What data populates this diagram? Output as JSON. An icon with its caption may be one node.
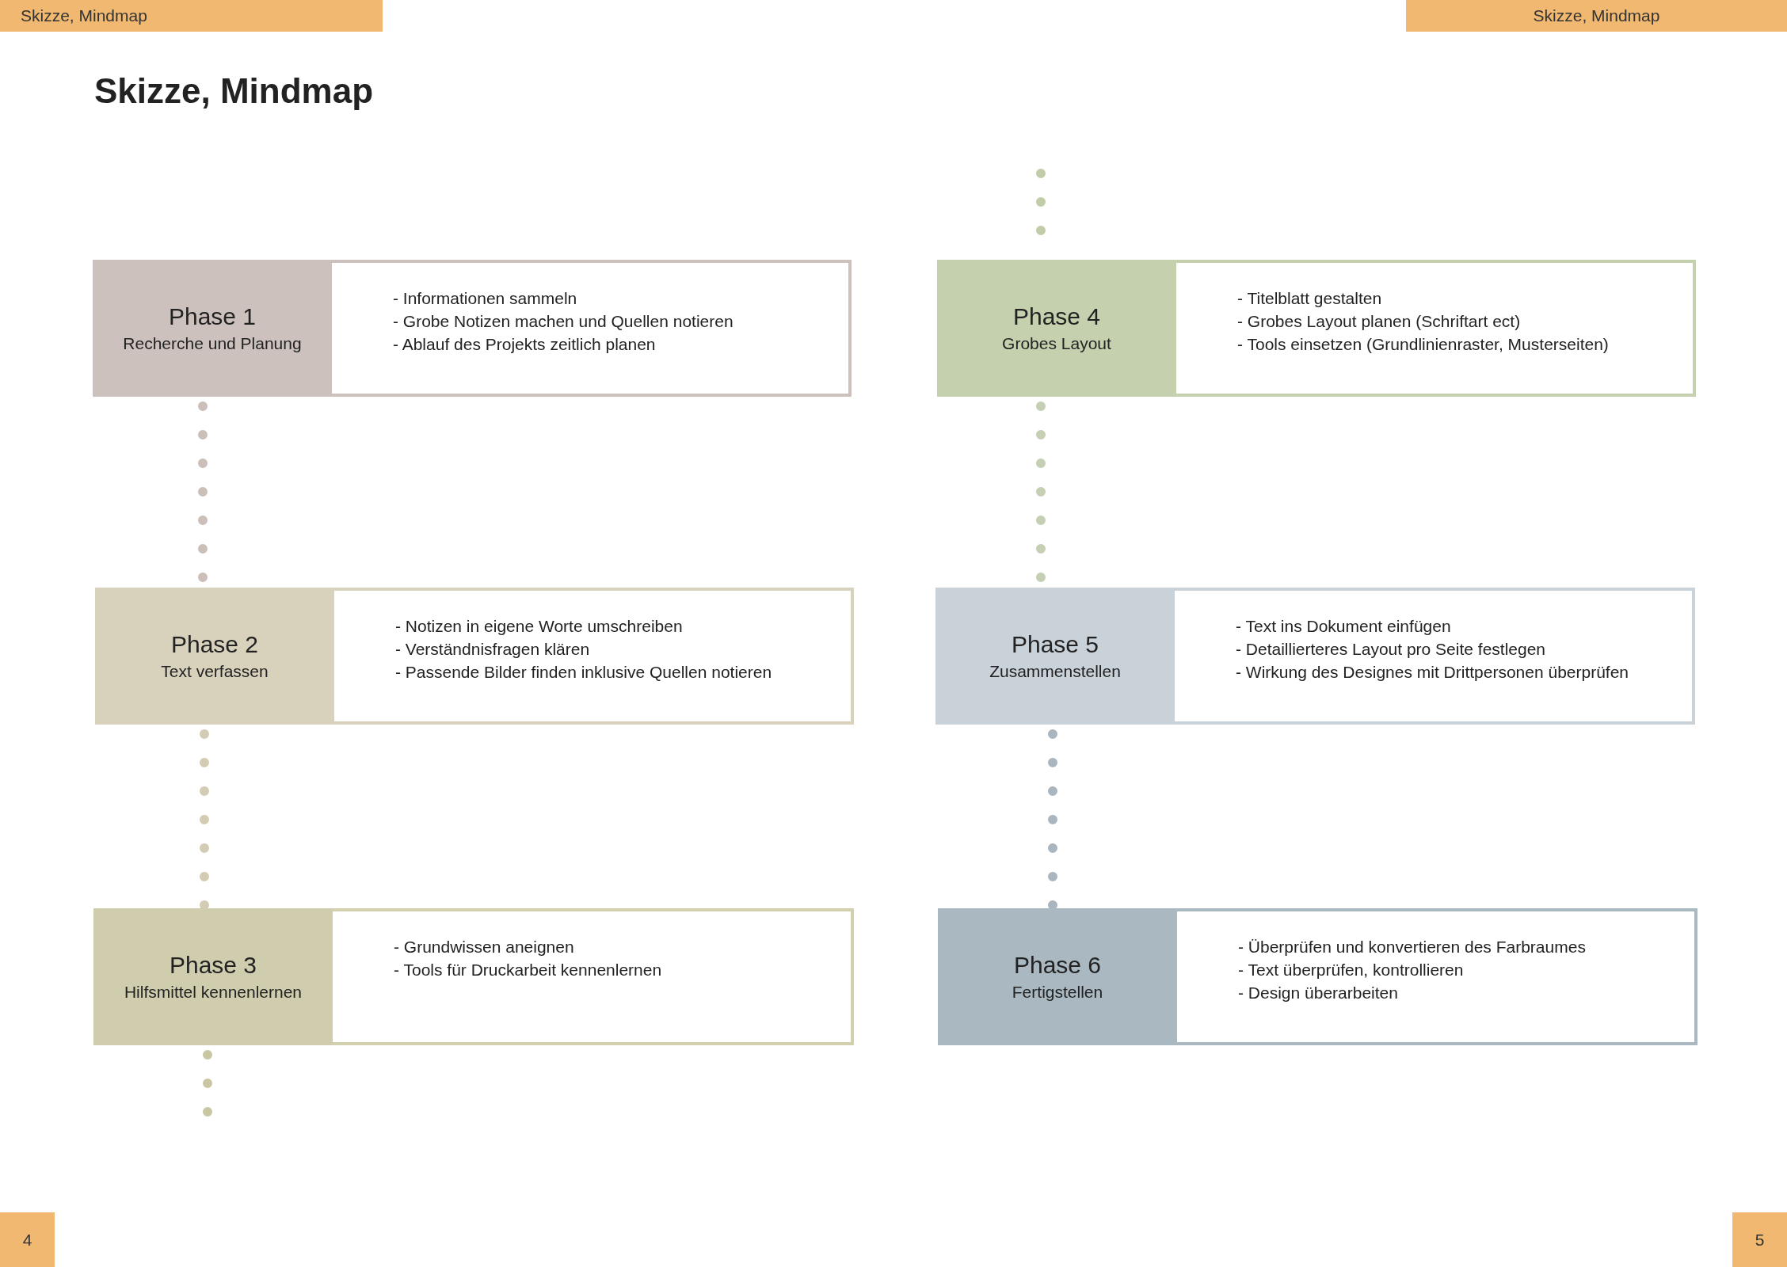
{
  "diagram": {
    "title": "Skizze, Mindmap",
    "nodes": [
      {
        "text": [
          "Phase 1",
          "Recherche und Planung",
          "- Informationen sammeln",
          "- Grobe Notizen machen und Quellen notieren",
          "- Ablauf des Projekts zeitlich planen"
        ]
      },
      {
        "text": [
          "Phase 2",
          "Text verfassen",
          "- Notizen in eigene Worte umschreiben",
          "- Verständnisfragen klären",
          "- Passende Bilder finden inklusive Quellen notieren"
        ]
      },
      {
        "text": [
          "Phase 3",
          "Hilfsmittel kennenlernen",
          "- Grundwissen aneignen",
          "- Tools für Druckarbeit kennenlernen"
        ]
      },
      {
        "text": [
          "Phase 4",
          "Grobes Layout",
          "- Titelblatt gestalten",
          "- Grobes Layout planen (Schriftart ect)",
          "- Tools einsetzen (Grundlinienraster, Musterseiten)"
        ]
      },
      {
        "text": [
          "Phase 5",
          "Zusammenstellen",
          "- Text ins Dokument einfügen",
          "- Detaillierteres Layout pro Seite festlegen",
          "- Wirkung des Designes mit Drittpersonen überprüfen"
        ]
      },
      {
        "text": [
          "Phase 6",
          "Fertigstellen",
          "- Überprüfen und konvertieren des Farbraumes",
          "- Text überprüfen, kontrollieren",
          "- Design überarbeiten"
        ]
      }
    ],
    "edges": [
      {
        "from": 0,
        "to": 1,
        "arrow": "none",
        "style": "dashed",
        "color": "#cbbfb9"
      },
      {
        "from": 1,
        "to": 2,
        "arrow": "none",
        "style": "dashed",
        "color": "#d3cbb3"
      },
      {
        "from": 2,
        "to": null,
        "arrow": "none",
        "style": "dashed",
        "color": "#c9c7a3"
      },
      {
        "from": null,
        "to": 3,
        "arrow": "none",
        "style": "dashed",
        "color": "#c1cda9"
      },
      {
        "from": 3,
        "to": 4,
        "arrow": "none",
        "style": "dashed",
        "color": "#c4cfb3"
      },
      {
        "from": 4,
        "to": 5,
        "arrow": "none",
        "style": "dashed",
        "color": "#a9b6c0"
      }
    ],
    "labels": [
      "Skizze, Mindmap",
      "Skizze, Mindmap",
      "4",
      "5"
    ]
  }
}
